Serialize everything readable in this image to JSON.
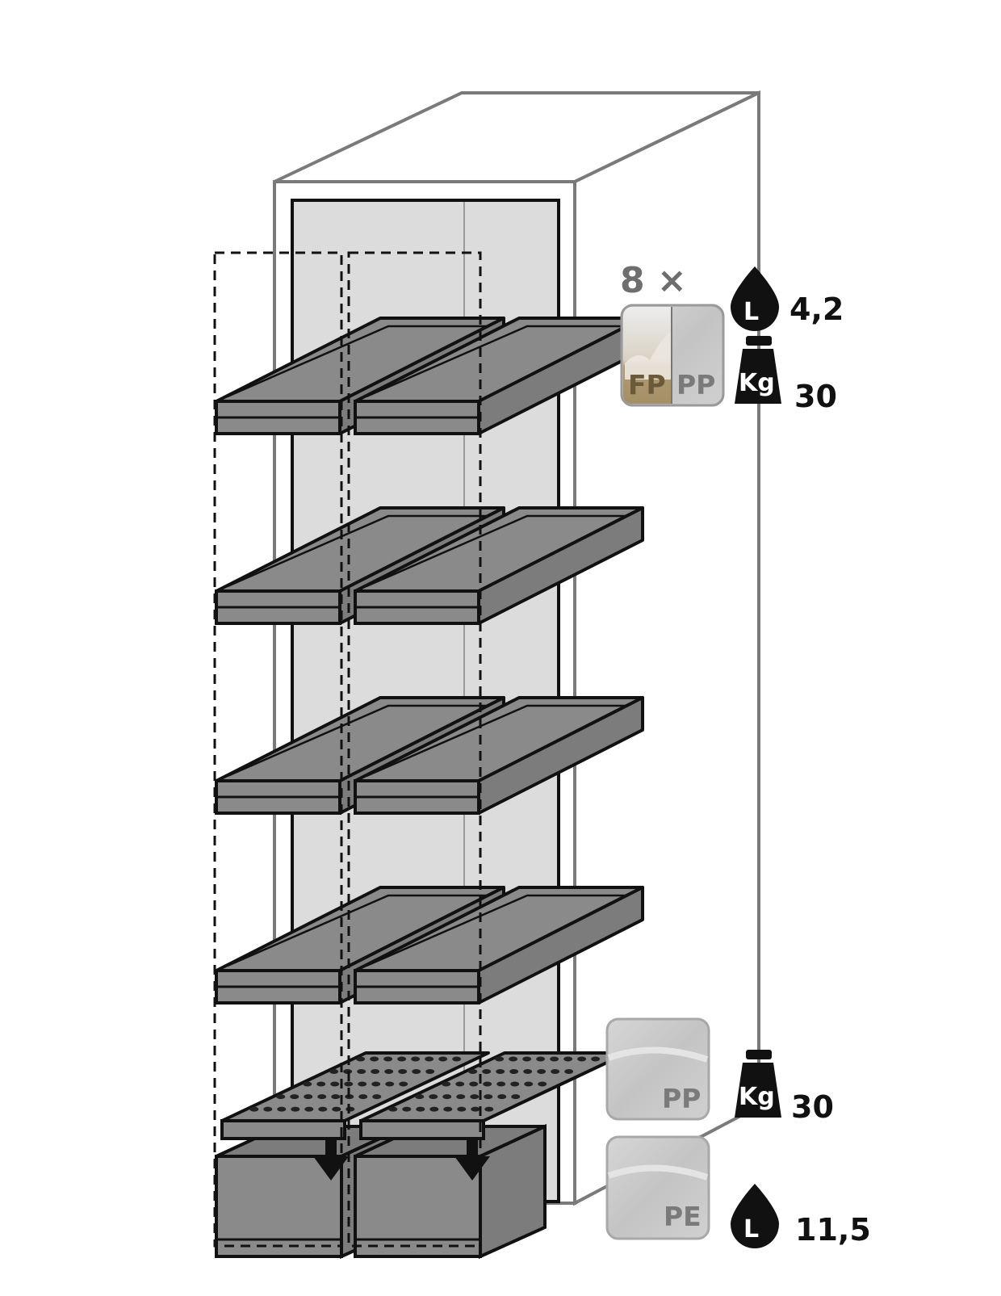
{
  "top_spec": {
    "quantity": "8 ×",
    "materials": [
      "FP",
      "PP"
    ],
    "volume_icon": "liter-drop-icon",
    "volume_value": "4,2",
    "weight_icon": "kg-weight-icon",
    "weight_value": "30"
  },
  "bottom_spec": {
    "insert_material": "PP",
    "insert_weight_icon": "kg-weight-icon",
    "insert_weight_value": "30",
    "sump_material": "PE",
    "sump_volume_icon": "liter-drop-icon",
    "sump_volume_value": "11,5"
  },
  "icon_labels": {
    "liter": "L",
    "kg": "Kg"
  },
  "colors": {
    "cabinet_outline": "#7a7a7a",
    "interior": "#dcdcdc",
    "tray": "#8a8a8a",
    "material_pp": "#c6c6c6",
    "material_fp": "#b09a72",
    "text_gray": "#6e6e6e",
    "icon_black": "#111111"
  }
}
